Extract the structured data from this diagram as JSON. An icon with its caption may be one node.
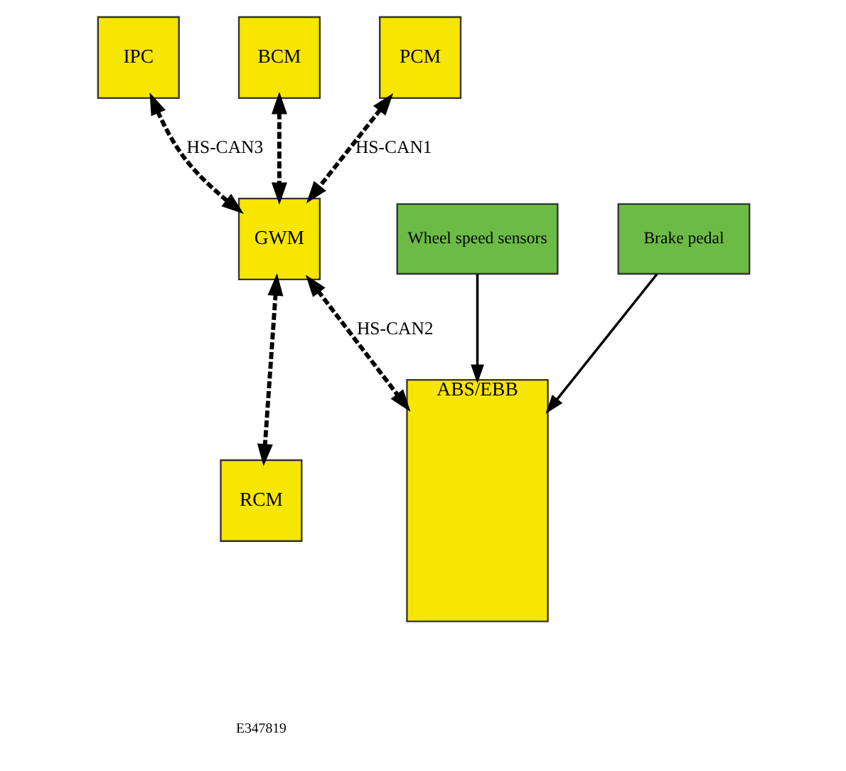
{
  "diagram": {
    "nodes": [
      {
        "text": [
          "IPC"
        ]
      },
      {
        "text": [
          "BCM"
        ]
      },
      {
        "text": [
          "PCM"
        ]
      },
      {
        "text": [
          "GWM"
        ]
      },
      {
        "text": [
          "RCM"
        ]
      },
      {
        "text": [
          "ABS/EBB"
        ]
      },
      {
        "text": [
          "Wheel speed sensors"
        ]
      },
      {
        "text": [
          "Brake pedal"
        ]
      }
    ],
    "edges": [
      {
        "from": 0,
        "to": 3,
        "arrow": "both",
        "label": "HS-CAN3",
        "style": "dashed"
      },
      {
        "from": 1,
        "to": 3,
        "arrow": "both",
        "style": "dashed"
      },
      {
        "from": 2,
        "to": 3,
        "arrow": "both",
        "label": "HS-CAN1",
        "style": "dashed"
      },
      {
        "from": 3,
        "to": 4,
        "arrow": "both",
        "style": "dashed"
      },
      {
        "from": 3,
        "to": 5,
        "arrow": "both",
        "label": "HS-CAN2",
        "style": "dashed"
      },
      {
        "from": 6,
        "to": 5,
        "arrow": "to"
      },
      {
        "from": 7,
        "to": 5,
        "arrow": "to"
      }
    ],
    "labels": [
      "E347819"
    ]
  }
}
